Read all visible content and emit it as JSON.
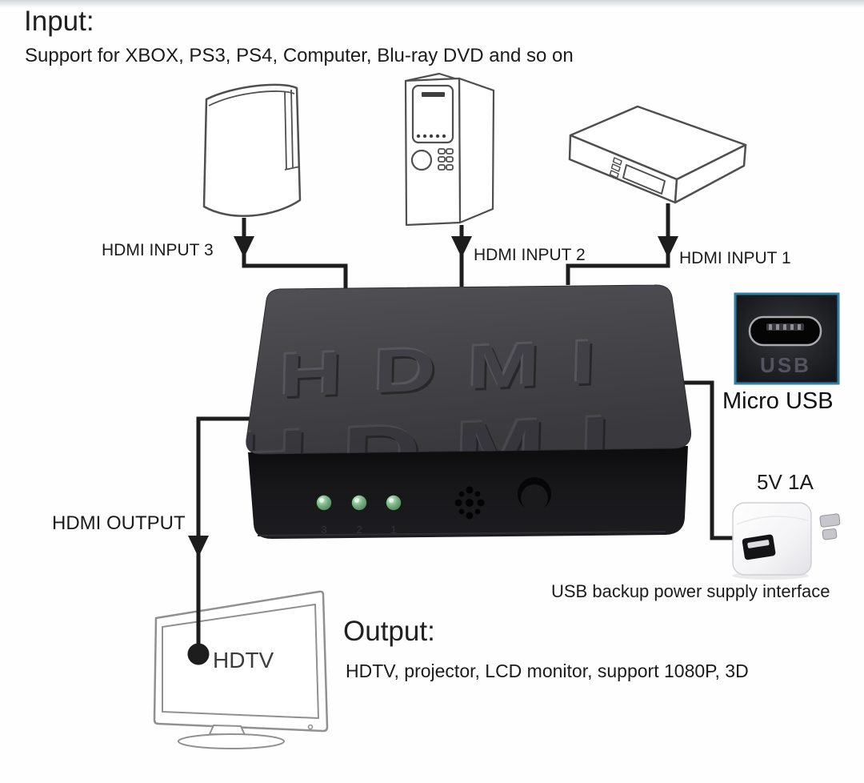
{
  "input_section": {
    "title": "Input:",
    "subtitle": "Support for XBOX, PS3, PS4, Computer, Blu-ray DVD and so on",
    "labels": {
      "input3": "HDMI INPUT 3",
      "input2": "HDMI INPUT 2",
      "input1": "HDMI INPUT 1"
    }
  },
  "devices": {
    "game_console": "ps3-game-console",
    "computer_tower": "computer-tower",
    "bluray_player": "bluray-dvd-player"
  },
  "hdmi_switch": {
    "embossed_logo": "HDMI",
    "led_labels": [
      "3",
      "2",
      "1"
    ]
  },
  "usb_power": {
    "port_photo_label": "USB",
    "port_caption": "Micro USB",
    "adapter_rating": "5V 1A",
    "caption": "USB backup power supply interface"
  },
  "output_section": {
    "cable_label": "HDMI OUTPUT",
    "tv_label": "HDTV",
    "title": "Output:",
    "subtitle": "HDTV, projector, LCD monitor, support 1080P, 3D"
  },
  "colors": {
    "connector_line": "#1d1d1d",
    "switch_top": "#45454a",
    "switch_front": "#141416",
    "led_green": "#5d9a6c",
    "photo_border": "#2e7ea8",
    "device_stroke": "#4f4f4f",
    "tv_stroke": "#909090"
  }
}
